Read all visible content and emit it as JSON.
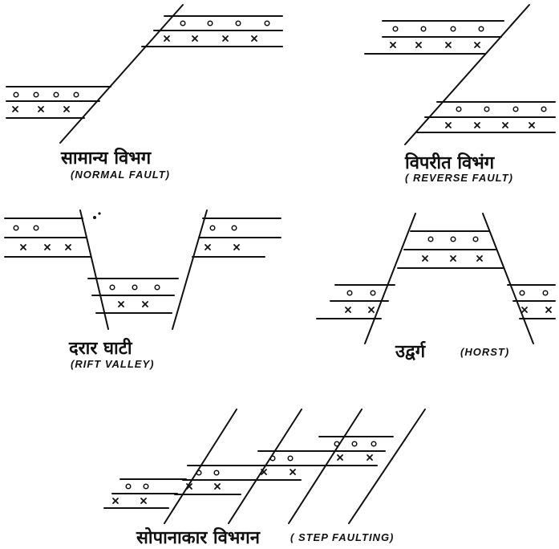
{
  "colors": {
    "ink": "#111111",
    "paper": "#ffffff"
  },
  "figures": [
    {
      "id": "normal",
      "hindi": "सामान्य विभग",
      "english": "(NORMAL FAULT)"
    },
    {
      "id": "reverse",
      "hindi": "विपरीत विभंग",
      "english": "( REVERSE FAULT)"
    },
    {
      "id": "rift",
      "hindi": "दरार घाटी",
      "english": "(RIFT VALLEY)"
    },
    {
      "id": "horst",
      "hindi": "उद्वर्ग",
      "english": "(HORST)"
    },
    {
      "id": "step",
      "hindi": "सोपानाकार विभगन",
      "english": "( STEP FAULTING)"
    }
  ],
  "symbols": {
    "upper_layer": "circle-marks",
    "lower_layer": "cross-marks"
  }
}
